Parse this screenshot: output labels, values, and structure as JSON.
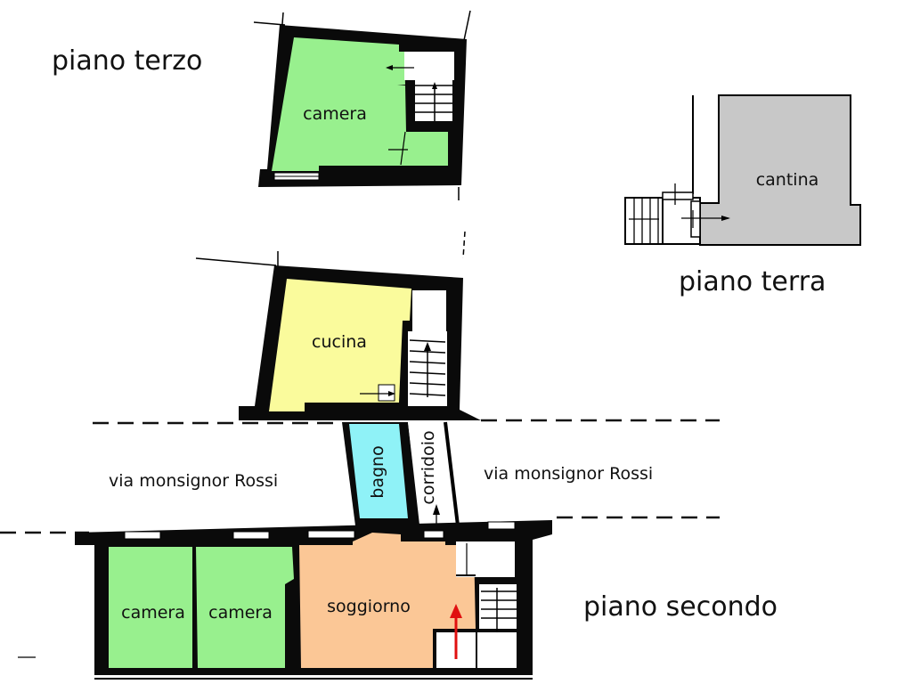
{
  "colors": {
    "wall": "#0a0a0a",
    "camera": "#98f08e",
    "cucina": "#fafb9c",
    "bagno": "#8ff2f7",
    "soggiorno": "#fbc796",
    "cantina": "#c8c8c8",
    "arrow_red": "#e01010",
    "background": "#ffffff"
  },
  "floors": {
    "terzo": {
      "title": "piano terzo",
      "rooms": [
        {
          "name": "camera"
        }
      ]
    },
    "terra": {
      "title": "piano terra",
      "rooms": [
        {
          "name": "cantina"
        }
      ]
    },
    "primo": {
      "rooms": [
        {
          "name": "cucina"
        },
        {
          "name": "bagno"
        },
        {
          "name": "corridoio"
        }
      ]
    },
    "secondo": {
      "title": "piano secondo",
      "rooms": [
        {
          "name": "camera"
        },
        {
          "name": "camera"
        },
        {
          "name": "soggiorno"
        }
      ]
    }
  },
  "street": {
    "left_label": "via monsignor Rossi",
    "right_label": "via monsignor Rossi"
  }
}
